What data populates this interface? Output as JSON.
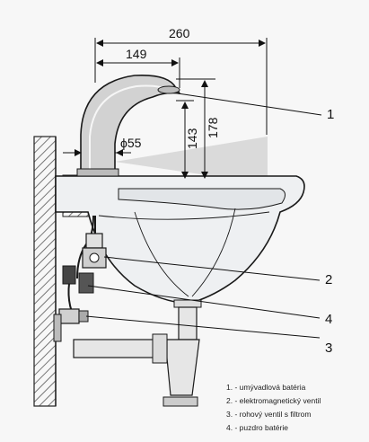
{
  "dimensions": {
    "overall_width": "260",
    "spout_reach": "149",
    "outlet_height": "143",
    "spout_top_height": "178",
    "body_diameter": "ϕ55"
  },
  "callouts": [
    "1",
    "2",
    "4",
    "3"
  ],
  "legend": [
    "1. - umývadlová batéria",
    "2. - elektromagnetický ventil",
    "3. - rohový ventil s filtrom",
    "4. - puzdro batérie"
  ],
  "colors": {
    "wall_hatch": "#555555",
    "outline": "#1a1a1a",
    "basin_fill": "#eef0f2",
    "sensor_beam": "#d8d8d8"
  }
}
